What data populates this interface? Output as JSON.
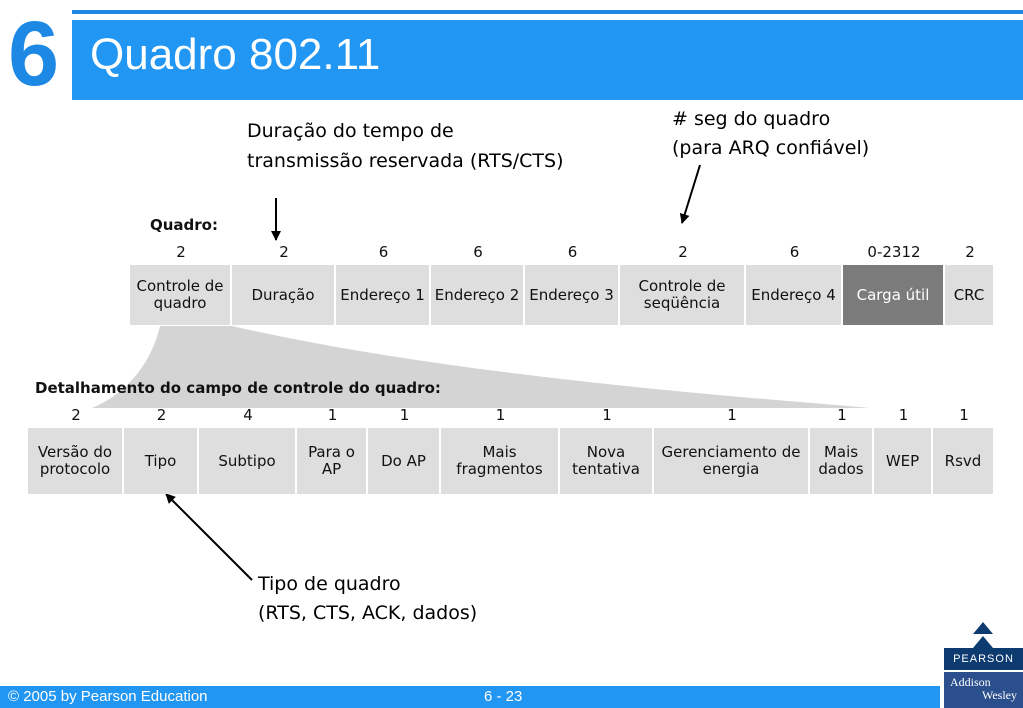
{
  "header": {
    "chapter": "6",
    "title": "Quadro 802.11"
  },
  "annotations": {
    "duration": [
      "Duração do tempo de",
      "transmissão reservada (RTS/CTS)"
    ],
    "seq": [
      "# seg do quadro",
      "(para ARQ confiável)"
    ],
    "type": [
      "Tipo de quadro",
      "(RTS, CTS, ACK, dados)"
    ]
  },
  "frame": {
    "label": "Quadro:",
    "fields": [
      {
        "size": "2",
        "name": "Controle de quadro"
      },
      {
        "size": "2",
        "name": "Duração"
      },
      {
        "size": "6",
        "name": "Endereço 1"
      },
      {
        "size": "6",
        "name": "Endereço 2"
      },
      {
        "size": "6",
        "name": "Endereço 3"
      },
      {
        "size": "2",
        "name": "Controle de seqüência"
      },
      {
        "size": "6",
        "name": "Endereço 4"
      },
      {
        "size": "0-2312",
        "name": "Carga útil"
      },
      {
        "size": "2",
        "name": "CRC"
      }
    ]
  },
  "control": {
    "label": "Detalhamento do campo de controle do quadro:",
    "fields": [
      {
        "size": "2",
        "name": "Versão do protocolo"
      },
      {
        "size": "2",
        "name": "Tipo"
      },
      {
        "size": "4",
        "name": "Subtipo"
      },
      {
        "size": "1",
        "name": "Para o AP"
      },
      {
        "size": "1",
        "name": "Do AP"
      },
      {
        "size": "1",
        "name": "Mais fragmentos"
      },
      {
        "size": "1",
        "name": "Nova tentativa"
      },
      {
        "size": "1",
        "name": "Gerenciamento de energia"
      },
      {
        "size": "1",
        "name": "Mais dados"
      },
      {
        "size": "1",
        "name": "WEP"
      },
      {
        "size": "1",
        "name": "Rsvd"
      }
    ]
  },
  "footer": {
    "copyright": "© 2005 by Pearson Education",
    "page": "6 - 23"
  },
  "logo": {
    "brand": "PEARSON",
    "line1": "Addison",
    "line2": "Wesley"
  },
  "colors": {
    "accent": "#2196f3",
    "cell": "#dedede",
    "payload": "#7b7b7b"
  }
}
